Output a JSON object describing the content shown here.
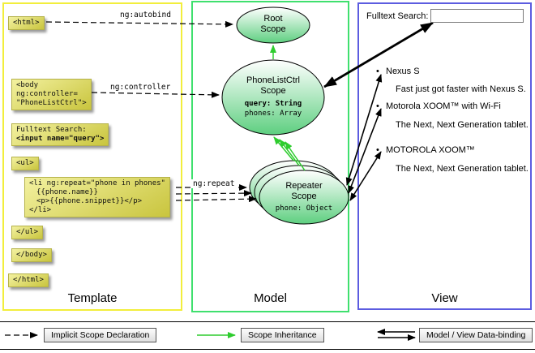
{
  "template": {
    "label": "Template",
    "boxes": {
      "html_open": "<html>",
      "body_open": [
        "<body",
        "ng:controller=",
        "\"PhoneListCtrl\">"
      ],
      "fulltext": [
        "Fulltext Search:",
        "<input name=\"query\">"
      ],
      "ul_open": "<ul>",
      "li_repeat": [
        "<li ng:repeat=\"phone in phones\"",
        "{{phone.name}}",
        "<p>{{phone.snippet}}</p>",
        "</li>"
      ],
      "ul_close": "</ul>",
      "body_close": "</body>",
      "html_close": "</html>"
    }
  },
  "arrows": {
    "autobind": "ng:autobind",
    "controller": "ng:controller",
    "repeat": "ng:repeat"
  },
  "model": {
    "label": "Model",
    "root_scope": {
      "title1": "Root",
      "title2": "Scope"
    },
    "phonelist_scope": {
      "title1": "PhoneListCtrl",
      "title2": "Scope",
      "prop1": "query: String",
      "prop2": "phones: Array"
    },
    "repeater_scope": {
      "title1": "Repeater",
      "title2": "Scope",
      "prop1": "phone: Object"
    }
  },
  "view": {
    "label": "View",
    "search_label": "Fulltext Search:",
    "search_value": "",
    "items": [
      {
        "title": "Nexus S",
        "desc": "Fast just got faster with Nexus S."
      },
      {
        "title": "Motorola XOOM™ with Wi-Fi",
        "desc": "The Next, Next Generation tablet."
      },
      {
        "title": "MOTOROLA XOOM™",
        "desc": "The Next, Next Generation tablet."
      }
    ]
  },
  "legend": {
    "implicit": "Implicit Scope Declaration",
    "inheritance": "Scope Inheritance",
    "binding": "Model / View Data-binding"
  },
  "colors": {
    "template_border": "#f2ee3c",
    "model_border": "#3fe06e",
    "view_border": "#5c5ce0",
    "scope_fill_top": "#ffffff",
    "scope_fill_bottom": "#5ecf80",
    "code_bg_light": "#f3f1a0",
    "code_bg_dark": "#c9c53e",
    "inheritance_green": "#2ecc2e"
  }
}
